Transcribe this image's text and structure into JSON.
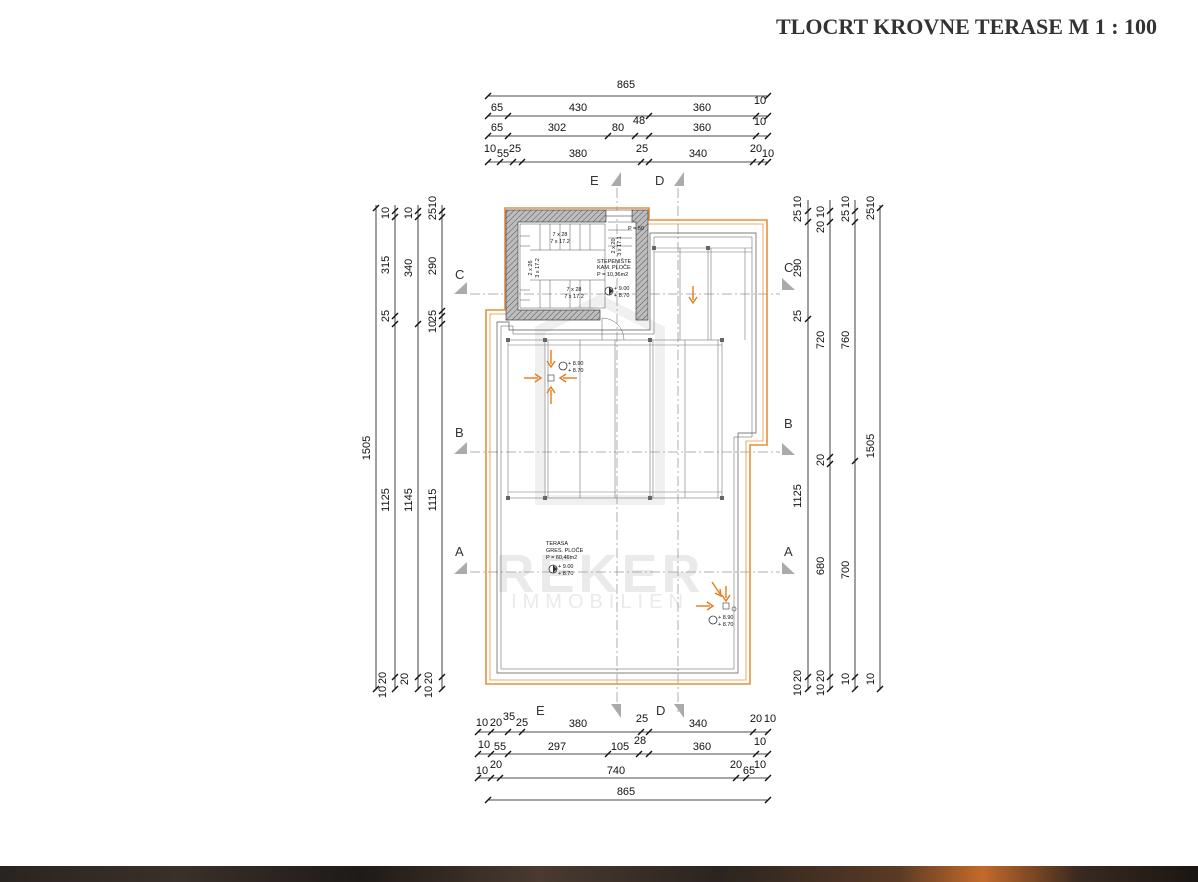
{
  "title": "TLOCRT    KROVNE TERASE    M 1 : 100",
  "watermark": {
    "brand": "REKER",
    "sub": "IMMOBILIEN"
  },
  "top_dims": {
    "total": "865",
    "row1": [
      "65",
      "430",
      "360",
      "10"
    ],
    "row2": [
      "65",
      "302",
      "80",
      "48",
      "360",
      "10"
    ],
    "row3": [
      "10",
      "55",
      "25",
      "380",
      "25",
      "340",
      "20",
      "10"
    ]
  },
  "bottom_dims": {
    "row1": [
      "10",
      "20",
      "35",
      "25",
      "380",
      "25",
      "340",
      "20",
      "10"
    ],
    "row2": [
      "10",
      "55",
      "297",
      "105",
      "28",
      "360",
      "10"
    ],
    "row3": [
      "10",
      "20",
      "740",
      "20",
      "65",
      "10"
    ],
    "total": "865"
  },
  "left_dims": {
    "col1": [
      "1505"
    ],
    "col2": [
      "10",
      "315",
      "25",
      "1125",
      "10",
      "20"
    ],
    "col3": [
      "10",
      "340",
      "1145",
      "20"
    ],
    "col4": [
      "25",
      "10",
      "290",
      "10",
      "25",
      "1115",
      "10",
      "20"
    ]
  },
  "right_dims": {
    "col1": [
      "25",
      "10",
      "290",
      "25",
      "1125",
      "10",
      "20"
    ],
    "col2": [
      "20",
      "10",
      "720",
      "20",
      "680",
      "10",
      "20"
    ],
    "col3": [
      "25",
      "10",
      "760",
      "700",
      "10"
    ],
    "col4": [
      "25",
      "10",
      "1505",
      "10"
    ]
  },
  "sections": {
    "top": [
      "E",
      "D"
    ],
    "bottom": [
      "E",
      "D"
    ],
    "left": [
      "C",
      "B",
      "A"
    ],
    "right": [
      "C",
      "B",
      "A"
    ]
  },
  "stair": {
    "steps1": "7 x 28",
    "steps1b": "7 x 17.2",
    "steps2": "2 x 26",
    "steps2b": "3 x 17.2",
    "steps3": "7 x 28",
    "steps3b": "7 x 17.2",
    "steps4": "2 x 20",
    "steps4b": "3 x 17.1",
    "p": "P = 50",
    "name": "STEPENIŠTE",
    "floor": "KAM. PLOČE",
    "area": "P = 10,36m2",
    "lvl1": "+ 9.00",
    "lvl2": "+ 8.70"
  },
  "terrace": {
    "name": "TERASA",
    "floor": "GRES. PLOČE",
    "area": "P = 60,46m2",
    "lvl1": "+ 9.00",
    "lvl2": "+ 8.70",
    "drain1_a": "+ 8.90",
    "drain1_b": "+ 8.70",
    "drain2_a": "+ 8.90",
    "drain2_b": "+ 8.70"
  },
  "colors": {
    "wall": "#6b6b6b",
    "edge": "#e8913a",
    "arrow": "#e57a1a",
    "hatch": "#8a8a8a"
  }
}
